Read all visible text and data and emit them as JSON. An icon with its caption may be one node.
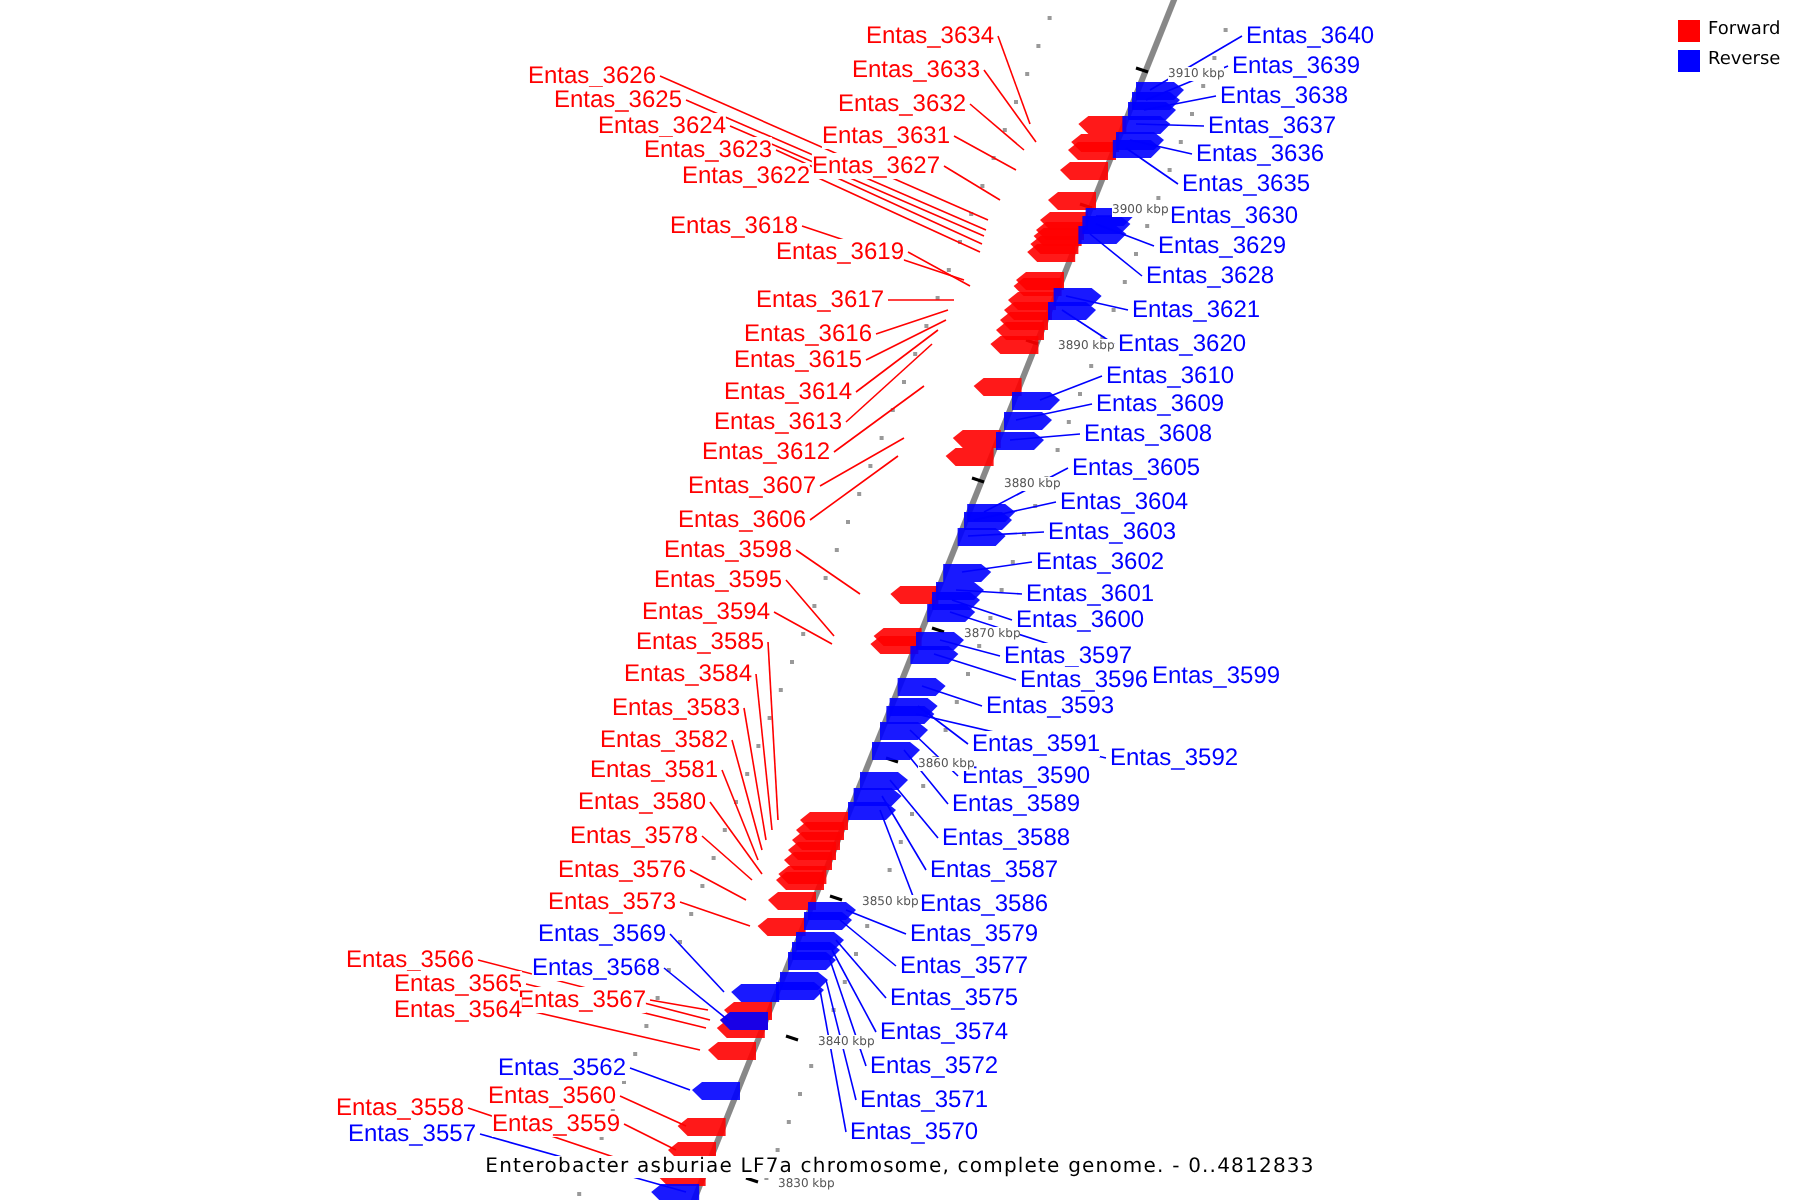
{
  "diagram": {
    "caption": "Enterobacter asburiae LF7a chromosome, complete genome. - 0..4812833",
    "nodes": [
      {
        "text": [
          "Entas_3634"
        ]
      },
      {
        "text": [
          "Entas_3633"
        ]
      },
      {
        "text": [
          "Entas_3632"
        ]
      },
      {
        "text": [
          "Entas_3631"
        ]
      },
      {
        "text": [
          "Entas_3627"
        ]
      },
      {
        "text": [
          "Entas_3626"
        ]
      },
      {
        "text": [
          "Entas_3625"
        ]
      },
      {
        "text": [
          "Entas_3624"
        ]
      },
      {
        "text": [
          "Entas_3623"
        ]
      },
      {
        "text": [
          "Entas_3622"
        ]
      },
      {
        "text": [
          "Entas_3618"
        ]
      },
      {
        "text": [
          "Entas_3619"
        ]
      },
      {
        "text": [
          "Entas_3617"
        ]
      },
      {
        "text": [
          "Entas_3616"
        ]
      },
      {
        "text": [
          "Entas_3615"
        ]
      },
      {
        "text": [
          "Entas_3614"
        ]
      },
      {
        "text": [
          "Entas_3613"
        ]
      },
      {
        "text": [
          "Entas_3612"
        ]
      },
      {
        "text": [
          "Entas_3607"
        ]
      },
      {
        "text": [
          "Entas_3606"
        ]
      },
      {
        "text": [
          "Entas_3598"
        ]
      },
      {
        "text": [
          "Entas_3595"
        ]
      },
      {
        "text": [
          "Entas_3594"
        ]
      },
      {
        "text": [
          "Entas_3585"
        ]
      },
      {
        "text": [
          "Entas_3584"
        ]
      },
      {
        "text": [
          "Entas_3583"
        ]
      },
      {
        "text": [
          "Entas_3582"
        ]
      },
      {
        "text": [
          "Entas_3581"
        ]
      },
      {
        "text": [
          "Entas_3580"
        ]
      },
      {
        "text": [
          "Entas_3578"
        ]
      },
      {
        "text": [
          "Entas_3576"
        ]
      },
      {
        "text": [
          "Entas_3573"
        ]
      },
      {
        "text": [
          "Entas_3566"
        ]
      },
      {
        "text": [
          "Entas_3565"
        ]
      },
      {
        "text": [
          "Entas_3567"
        ]
      },
      {
        "text": [
          "Entas_3564"
        ]
      },
      {
        "text": [
          "Entas_3560"
        ]
      },
      {
        "text": [
          "Entas_3559"
        ]
      },
      {
        "text": [
          "Entas_3558"
        ]
      },
      {
        "text": [
          "Entas_3640"
        ]
      },
      {
        "text": [
          "Entas_3639"
        ]
      },
      {
        "text": [
          "Entas_3638"
        ]
      },
      {
        "text": [
          "Entas_3637"
        ]
      },
      {
        "text": [
          "Entas_3636"
        ]
      },
      {
        "text": [
          "Entas_3635"
        ]
      },
      {
        "text": [
          "Entas_3630"
        ]
      },
      {
        "text": [
          "Entas_3629"
        ]
      },
      {
        "text": [
          "Entas_3628"
        ]
      },
      {
        "text": [
          "Entas_3621"
        ]
      },
      {
        "text": [
          "Entas_3620"
        ]
      },
      {
        "text": [
          "Entas_3610"
        ]
      },
      {
        "text": [
          "Entas_3609"
        ]
      },
      {
        "text": [
          "Entas_3608"
        ]
      },
      {
        "text": [
          "Entas_3605"
        ]
      },
      {
        "text": [
          "Entas_3604"
        ]
      },
      {
        "text": [
          "Entas_3603"
        ]
      },
      {
        "text": [
          "Entas_3602"
        ]
      },
      {
        "text": [
          "Entas_3601"
        ]
      },
      {
        "text": [
          "Entas_3600"
        ]
      },
      {
        "text": [
          "Entas_3597"
        ]
      },
      {
        "text": [
          "Entas_3596"
        ]
      },
      {
        "text": [
          "Entas_3599"
        ]
      },
      {
        "text": [
          "Entas_3593"
        ]
      },
      {
        "text": [
          "Entas_3591"
        ]
      },
      {
        "text": [
          "Entas_3592"
        ]
      },
      {
        "text": [
          "Entas_3590"
        ]
      },
      {
        "text": [
          "Entas_3589"
        ]
      },
      {
        "text": [
          "Entas_3588"
        ]
      },
      {
        "text": [
          "Entas_3587"
        ]
      },
      {
        "text": [
          "Entas_3586"
        ]
      },
      {
        "text": [
          "Entas_3579"
        ]
      },
      {
        "text": [
          "Entas_3577"
        ]
      },
      {
        "text": [
          "Entas_3575"
        ]
      },
      {
        "text": [
          "Entas_3574"
        ]
      },
      {
        "text": [
          "Entas_3572"
        ]
      },
      {
        "text": [
          "Entas_3571"
        ]
      },
      {
        "text": [
          "Entas_3570"
        ]
      },
      {
        "text": [
          "Entas_3569"
        ]
      },
      {
        "text": [
          "Entas_3568"
        ]
      },
      {
        "text": [
          "Entas_3562"
        ]
      },
      {
        "text": [
          "Entas_3557"
        ]
      }
    ],
    "edges": [
      {
        "from": 0,
        "to": null,
        "arrow": "none",
        "color": "#ff0000"
      },
      {
        "from": 1,
        "to": null,
        "arrow": "none",
        "color": "#ff0000"
      },
      {
        "from": 2,
        "to": null,
        "arrow": "none",
        "color": "#ff0000"
      },
      {
        "from": 3,
        "to": null,
        "arrow": "none",
        "color": "#ff0000"
      },
      {
        "from": 4,
        "to": null,
        "arrow": "none",
        "color": "#ff0000"
      },
      {
        "from": 5,
        "to": null,
        "arrow": "none",
        "color": "#ff0000"
      },
      {
        "from": 6,
        "to": null,
        "arrow": "none",
        "color": "#ff0000"
      },
      {
        "from": 7,
        "to": null,
        "arrow": "none",
        "color": "#ff0000"
      },
      {
        "from": 8,
        "to": null,
        "arrow": "none",
        "color": "#ff0000"
      },
      {
        "from": 9,
        "to": null,
        "arrow": "none",
        "color": "#ff0000"
      },
      {
        "from": 10,
        "to": null,
        "arrow": "none",
        "color": "#ff0000"
      },
      {
        "from": 11,
        "to": null,
        "arrow": "none",
        "color": "#ff0000"
      },
      {
        "from": 12,
        "to": null,
        "arrow": "none",
        "color": "#ff0000"
      },
      {
        "from": 13,
        "to": null,
        "arrow": "none",
        "color": "#ff0000"
      },
      {
        "from": 14,
        "to": null,
        "arrow": "none",
        "color": "#ff0000"
      },
      {
        "from": 15,
        "to": null,
        "arrow": "none",
        "color": "#ff0000"
      },
      {
        "from": 16,
        "to": null,
        "arrow": "none",
        "color": "#ff0000"
      },
      {
        "from": 17,
        "to": null,
        "arrow": "none",
        "color": "#ff0000"
      },
      {
        "from": 18,
        "to": null,
        "arrow": "none",
        "color": "#ff0000"
      },
      {
        "from": 19,
        "to": null,
        "arrow": "none",
        "color": "#ff0000"
      },
      {
        "from": 20,
        "to": null,
        "arrow": "none",
        "color": "#ff0000"
      },
      {
        "from": 21,
        "to": null,
        "arrow": "none",
        "color": "#ff0000"
      },
      {
        "from": 22,
        "to": null,
        "arrow": "none",
        "color": "#ff0000"
      },
      {
        "from": 23,
        "to": null,
        "arrow": "none",
        "color": "#ff0000"
      },
      {
        "from": 24,
        "to": null,
        "arrow": "none",
        "color": "#ff0000"
      },
      {
        "from": 25,
        "to": null,
        "arrow": "none",
        "color": "#ff0000"
      },
      {
        "from": 26,
        "to": null,
        "arrow": "none",
        "color": "#ff0000"
      },
      {
        "from": 27,
        "to": null,
        "arrow": "none",
        "color": "#ff0000"
      },
      {
        "from": 28,
        "to": null,
        "arrow": "none",
        "color": "#ff0000"
      },
      {
        "from": 29,
        "to": null,
        "arrow": "none",
        "color": "#ff0000"
      },
      {
        "from": 30,
        "to": null,
        "arrow": "none",
        "color": "#ff0000"
      },
      {
        "from": 31,
        "to": null,
        "arrow": "none",
        "color": "#ff0000"
      },
      {
        "from": 32,
        "to": null,
        "arrow": "none",
        "color": "#ff0000"
      },
      {
        "from": 33,
        "to": null,
        "arrow": "none",
        "color": "#ff0000"
      },
      {
        "from": 34,
        "to": null,
        "arrow": "none",
        "color": "#ff0000"
      },
      {
        "from": 35,
        "to": null,
        "arrow": "none",
        "color": "#ff0000"
      },
      {
        "from": 36,
        "to": null,
        "arrow": "none",
        "color": "#ff0000"
      },
      {
        "from": 37,
        "to": null,
        "arrow": "none",
        "color": "#ff0000"
      },
      {
        "from": 38,
        "to": null,
        "arrow": "none",
        "color": "#ff0000"
      },
      {
        "from": 39,
        "to": null,
        "arrow": "none",
        "color": "#0000ff"
      },
      {
        "from": 40,
        "to": null,
        "arrow": "none",
        "color": "#0000ff"
      },
      {
        "from": 41,
        "to": null,
        "arrow": "none",
        "color": "#0000ff"
      },
      {
        "from": 42,
        "to": null,
        "arrow": "none",
        "color": "#0000ff"
      },
      {
        "from": 43,
        "to": null,
        "arrow": "none",
        "color": "#0000ff"
      },
      {
        "from": 44,
        "to": null,
        "arrow": "none",
        "color": "#0000ff"
      },
      {
        "from": 45,
        "to": null,
        "arrow": "none",
        "color": "#0000ff"
      },
      {
        "from": 46,
        "to": null,
        "arrow": "none",
        "color": "#0000ff"
      },
      {
        "from": 47,
        "to": null,
        "arrow": "none",
        "color": "#0000ff"
      },
      {
        "from": 48,
        "to": null,
        "arrow": "none",
        "color": "#0000ff"
      },
      {
        "from": 49,
        "to": null,
        "arrow": "none",
        "color": "#0000ff"
      },
      {
        "from": 50,
        "to": null,
        "arrow": "none",
        "color": "#0000ff"
      },
      {
        "from": 51,
        "to": null,
        "arrow": "none",
        "color": "#0000ff"
      },
      {
        "from": 52,
        "to": null,
        "arrow": "none",
        "color": "#0000ff"
      },
      {
        "from": 53,
        "to": null,
        "arrow": "none",
        "color": "#0000ff"
      },
      {
        "from": 54,
        "to": null,
        "arrow": "none",
        "color": "#0000ff"
      },
      {
        "from": 55,
        "to": null,
        "arrow": "none",
        "color": "#0000ff"
      },
      {
        "from": 56,
        "to": null,
        "arrow": "none",
        "color": "#0000ff"
      },
      {
        "from": 57,
        "to": null,
        "arrow": "none",
        "color": "#0000ff"
      },
      {
        "from": 58,
        "to": null,
        "arrow": "none",
        "color": "#0000ff"
      },
      {
        "from": 59,
        "to": null,
        "arrow": "none",
        "color": "#0000ff"
      },
      {
        "from": 60,
        "to": null,
        "arrow": "none",
        "color": "#0000ff"
      },
      {
        "from": 61,
        "to": null,
        "arrow": "none",
        "color": "#0000ff"
      },
      {
        "from": 62,
        "to": null,
        "arrow": "none",
        "color": "#0000ff"
      },
      {
        "from": 63,
        "to": null,
        "arrow": "none",
        "color": "#0000ff"
      },
      {
        "from": 64,
        "to": null,
        "arrow": "none",
        "color": "#0000ff"
      },
      {
        "from": 65,
        "to": null,
        "arrow": "none",
        "color": "#0000ff"
      },
      {
        "from": 66,
        "to": null,
        "arrow": "none",
        "color": "#0000ff"
      },
      {
        "from": 67,
        "to": null,
        "arrow": "none",
        "color": "#0000ff"
      },
      {
        "from": 68,
        "to": null,
        "arrow": "none",
        "color": "#0000ff"
      },
      {
        "from": 69,
        "to": null,
        "arrow": "none",
        "color": "#0000ff"
      },
      {
        "from": 70,
        "to": null,
        "arrow": "none",
        "color": "#0000ff"
      },
      {
        "from": 71,
        "to": null,
        "arrow": "none",
        "color": "#0000ff"
      },
      {
        "from": 72,
        "to": null,
        "arrow": "none",
        "color": "#0000ff"
      },
      {
        "from": 73,
        "to": null,
        "arrow": "none",
        "color": "#0000ff"
      },
      {
        "from": 74,
        "to": null,
        "arrow": "none",
        "color": "#0000ff"
      },
      {
        "from": 75,
        "to": null,
        "arrow": "none",
        "color": "#0000ff"
      },
      {
        "from": 76,
        "to": null,
        "arrow": "none",
        "color": "#0000ff"
      },
      {
        "from": 77,
        "to": null,
        "arrow": "none",
        "color": "#0000ff"
      },
      {
        "from": 78,
        "to": null,
        "arrow": "none",
        "color": "#0000ff"
      },
      {
        "from": 79,
        "to": null,
        "arrow": "none",
        "color": "#0000ff"
      },
      {
        "from": 80,
        "to": null,
        "arrow": "none",
        "color": "#0000ff"
      }
    ],
    "labels": [
      "3910 kbp",
      "3900 kbp",
      "3890 kbp",
      "3880 kbp",
      "3870 kbp",
      "3860 kbp",
      "3850 kbp",
      "3840 kbp",
      "3830 kbp"
    ],
    "legend": [
      {
        "text": "Forward",
        "color": "#ff0000"
      },
      {
        "text": "Reverse",
        "color": "#0000ff"
      }
    ]
  }
}
